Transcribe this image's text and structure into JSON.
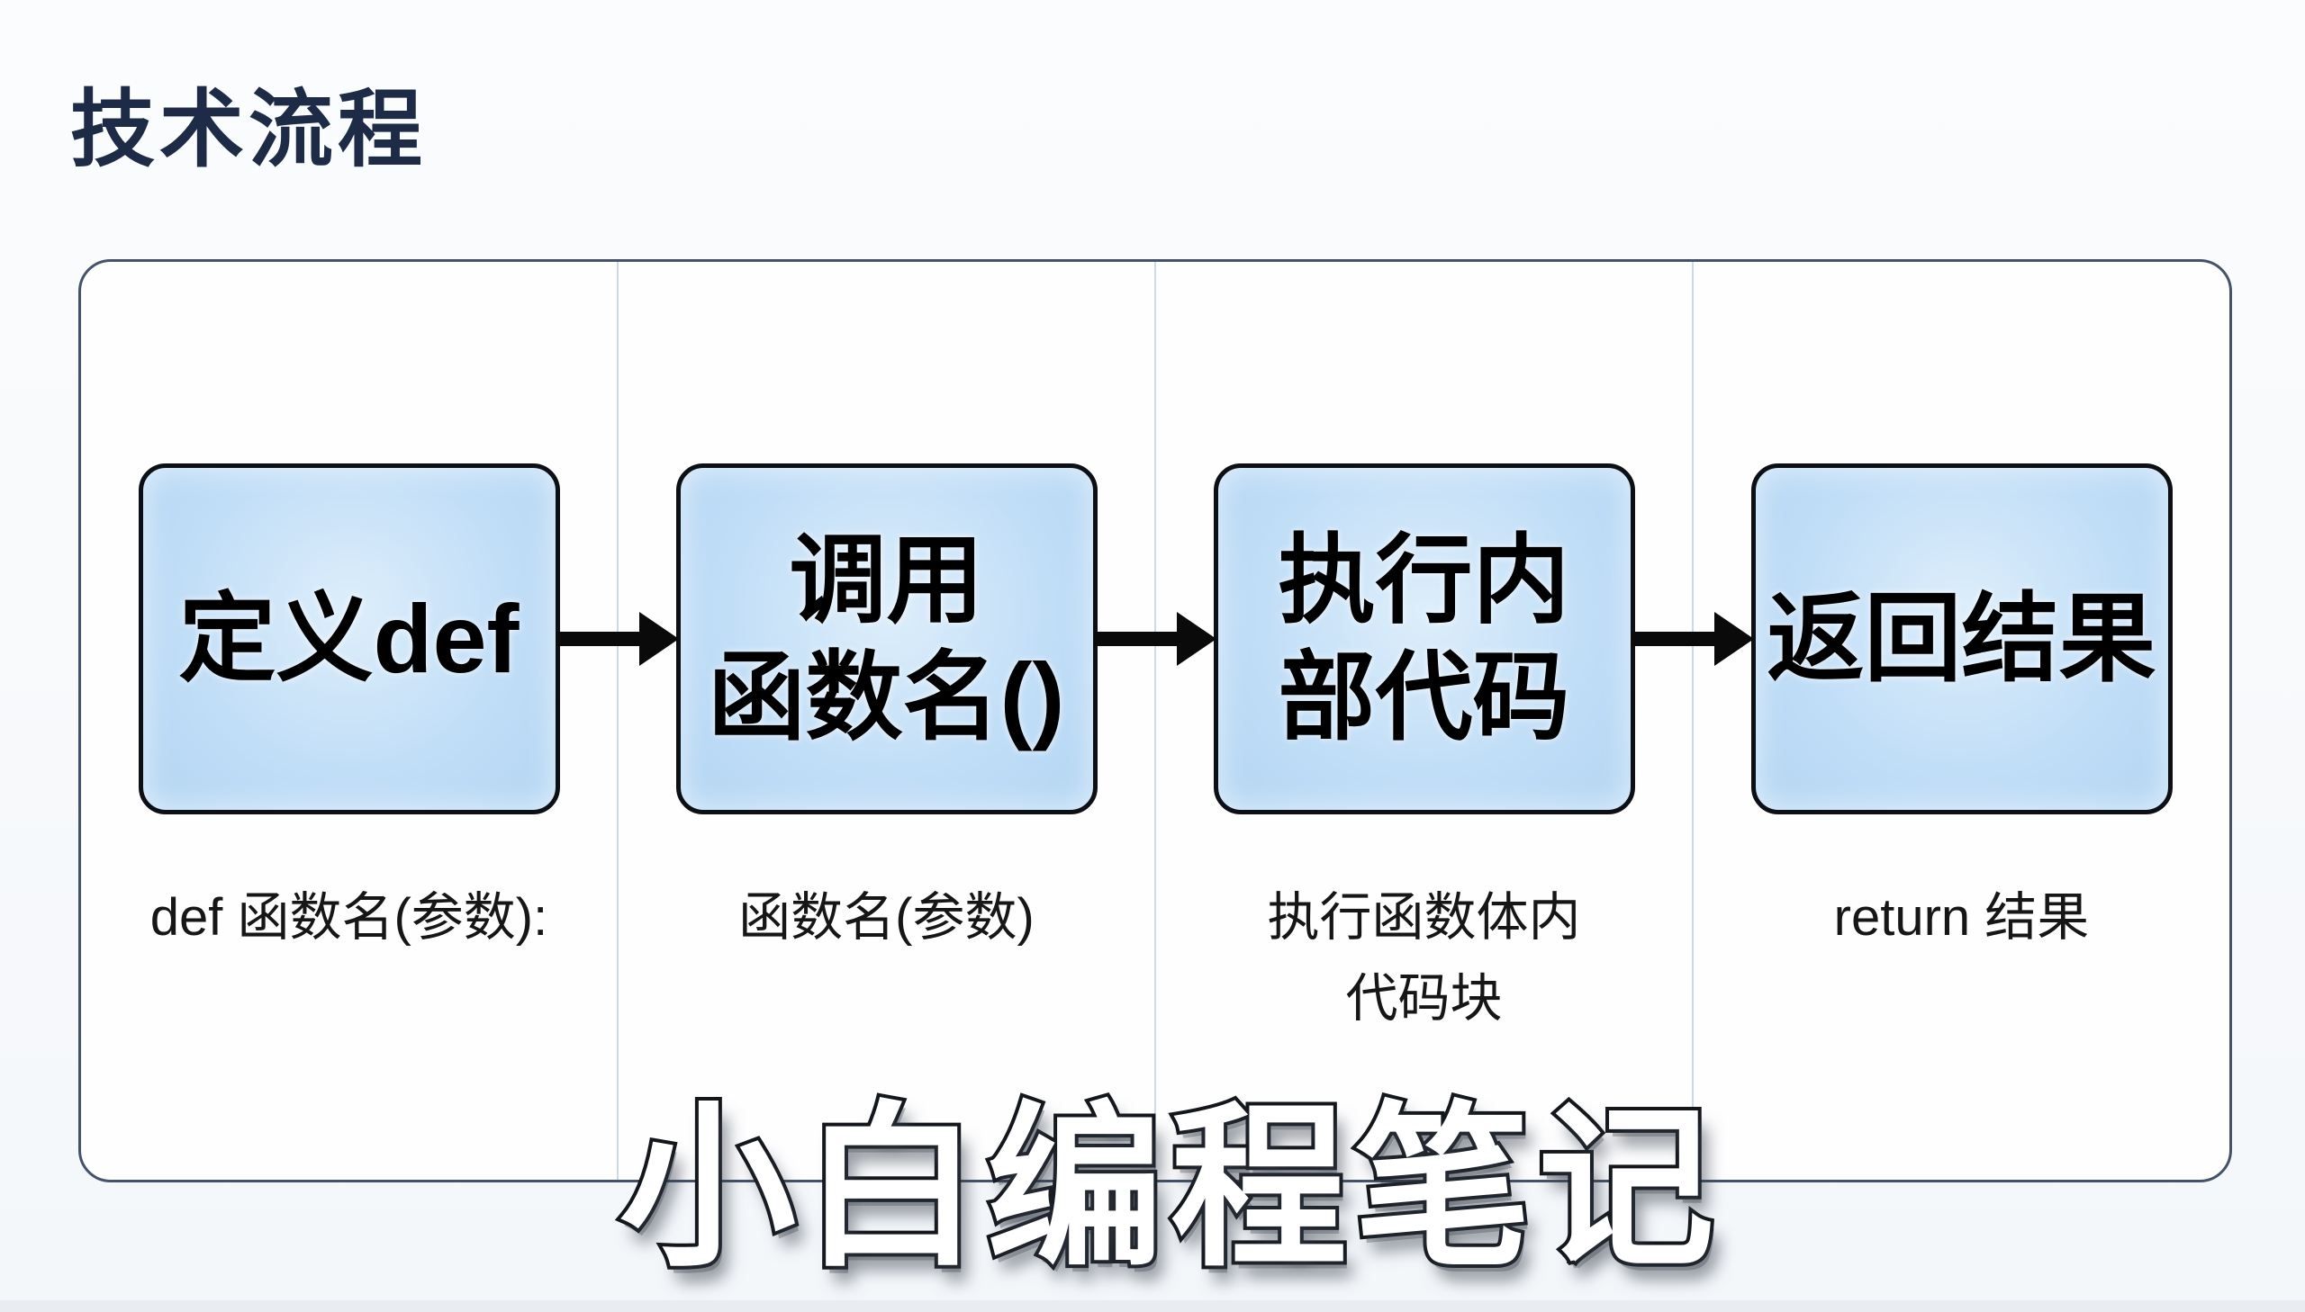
{
  "page": {
    "title": "技术流程",
    "watermark": "小白编程笔记"
  },
  "flow": {
    "steps": [
      {
        "box_lines": [
          "定义def"
        ],
        "caption_lines": [
          "def 函数名(参数):"
        ]
      },
      {
        "box_lines": [
          "调用",
          "函数名()"
        ],
        "caption_lines": [
          "函数名(参数)"
        ]
      },
      {
        "box_lines": [
          "执行内",
          "部代码"
        ],
        "caption_lines": [
          "执行函数体内",
          "代码块"
        ]
      },
      {
        "box_lines": [
          "返回结果"
        ],
        "caption_lines": [
          "return 结果"
        ]
      }
    ]
  },
  "colors": {
    "background": "#f5f7fa",
    "title_text": "#1d2b47",
    "panel_fill": "#fefeff",
    "panel_border": "#44536a",
    "column_divider": "#cdd9e5",
    "box_fill": "#bcdcf7",
    "box_border": "#0c0f13",
    "box_text": "#000000",
    "caption_text": "#161616",
    "arrow": "#0a0a0a",
    "watermark_fill": "#ffffff",
    "watermark_outline": "#14171c"
  }
}
